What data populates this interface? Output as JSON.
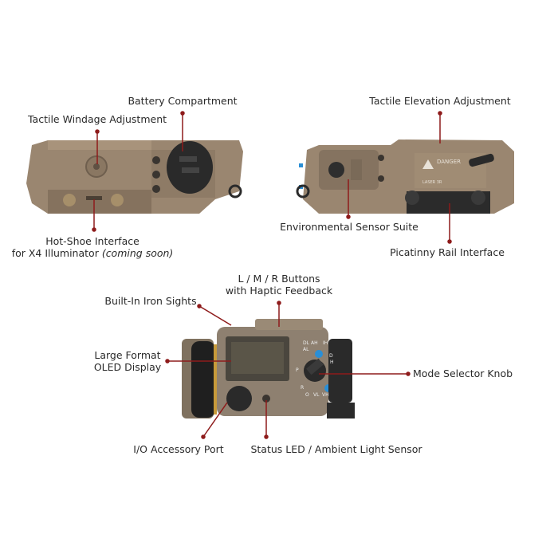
{
  "colors": {
    "leader": "#8e1b1b",
    "housing": "#9a8670",
    "housing_dark": "#6f5f4e",
    "rubber": "#2a2a2a",
    "accent_blue": "#2a8fd6"
  },
  "labels": {
    "battery": "Battery Compartment",
    "windage": "Tactile Windage Adjustment",
    "hotshoe_line1": "Hot-Shoe Interface",
    "hotshoe_line2": "for X4 Illuminator",
    "hotshoe_note": "(coming soon)",
    "elevation": "Tactile Elevation Adjustment",
    "environmental": "Environmental Sensor Suite",
    "picatinny": "Picatinny Rail Interface",
    "buttons_line1": "L / M / R Buttons",
    "buttons_line2": "with Haptic Feedback",
    "iron_sights": "Built-In Iron Sights",
    "oled_line1": "Large Format",
    "oled_line2": "OLED Display",
    "mode_knob": "Mode Selector Knob",
    "io_port": "I/O Accessory Port",
    "status_led": "Status LED / Ambient Light Sensor"
  },
  "device_markings": {
    "danger": "DANGER",
    "laser": "LASER 3R",
    "knob_modes": [
      "DL",
      "AH",
      "IH",
      "AL",
      "D",
      "H",
      "P",
      "R",
      "O",
      "VL",
      "VH"
    ]
  }
}
